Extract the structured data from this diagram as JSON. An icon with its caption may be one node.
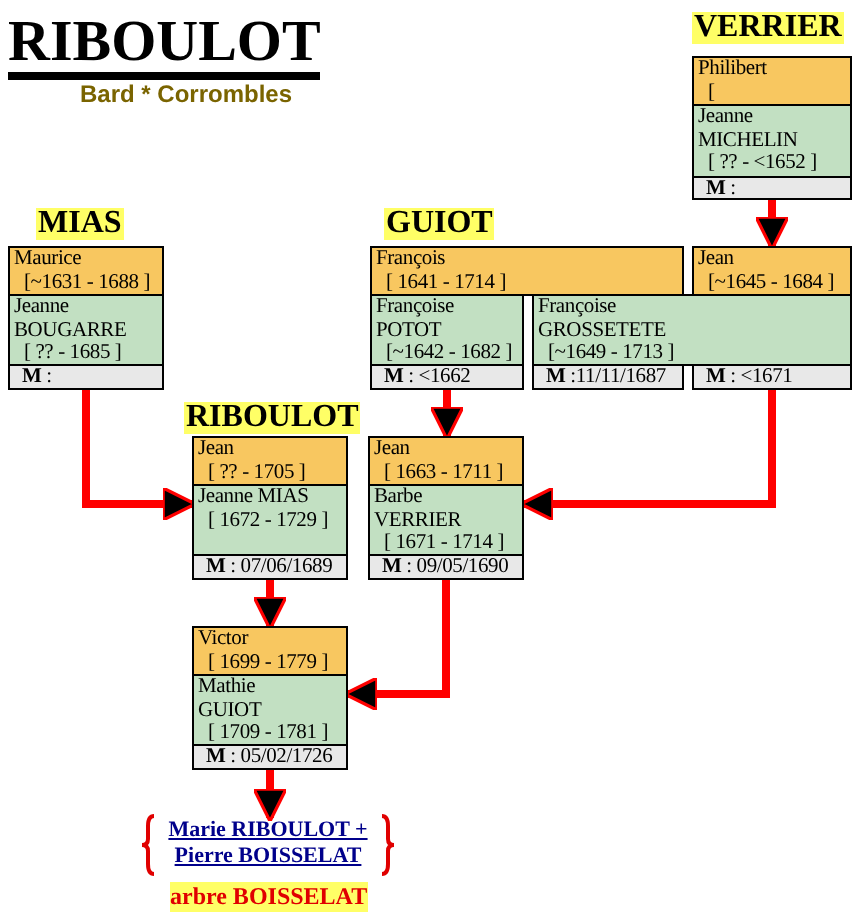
{
  "diagram": {
    "title": "RIBOULOT",
    "nodes": [
      {
        "text": [
          "Philibert",
          "["
        ]
      },
      {
        "text": [
          "Jeanne MICHELIN",
          "[ ?? - <1652 ]"
        ]
      },
      {
        "text": [
          "**M** :"
        ]
      },
      {
        "text": [
          "Maurice",
          "[~1631 - 1688 ]"
        ]
      },
      {
        "text": [
          "Jeanne BOUGARRE",
          "[ ?? - 1685 ]"
        ]
      },
      {
        "text": [
          "**M** :"
        ]
      },
      {
        "text": [
          "François",
          "[ 1641 - 1714 ]"
        ]
      },
      {
        "text": [
          "Jean",
          "[~1645 - 1684 ]"
        ]
      },
      {
        "text": [
          "Françoise POTOT",
          "[~1642 - 1682 ]"
        ]
      },
      {
        "text": [
          "Françoise GROSSETETE",
          "[~1649 - 1713 ]"
        ]
      },
      {
        "text": [
          "**M** : <1662"
        ]
      },
      {
        "text": [
          "**M** :11/11/1687"
        ]
      },
      {
        "text": [
          "**M** : <1671"
        ]
      },
      {
        "text": [
          "Jean",
          "[ ?? - 1705 ]"
        ]
      },
      {
        "text": [
          "Jeanne MIAS",
          "[ 1672 - 1729 ]"
        ]
      },
      {
        "text": [
          "**M** : 07/06/1689"
        ]
      },
      {
        "text": [
          "Jean",
          "[ 1663 - 1711 ]"
        ]
      },
      {
        "text": [
          "Barbe VERRIER",
          "[ 1671 - 1714 ]"
        ]
      },
      {
        "text": [
          "**M** : 09/05/1690"
        ]
      },
      {
        "text": [
          "Victor",
          "[ 1699 - 1779 ]"
        ]
      },
      {
        "text": [
          "Mathie GUIOT",
          "[ 1709 - 1781 ]"
        ]
      },
      {
        "text": [
          "**M** : 05/02/1726"
        ]
      },
      {
        "text": [
          "Marie RIBOULOT + Pierre BOISSELAT"
        ]
      }
    ],
    "edges": [
      {
        "from": 2,
        "to": 7,
        "arrow": "to"
      },
      {
        "from": 5,
        "to": 14,
        "arrow": "to"
      },
      {
        "from": 10,
        "to": 16,
        "arrow": "to"
      },
      {
        "from": 12,
        "to": 17,
        "arrow": "to"
      },
      {
        "from": 15,
        "to": 19,
        "arrow": "to"
      },
      {
        "from": 18,
        "to": 20,
        "arrow": "to"
      },
      {
        "from": 21,
        "to": 22,
        "arrow": "to"
      }
    ],
    "labels": [
      "Bard * Corrombles",
      "VERRIER",
      "MIAS",
      "GUIOT",
      "RIBOULOT",
      "arbre BOISSELAT"
    ]
  }
}
